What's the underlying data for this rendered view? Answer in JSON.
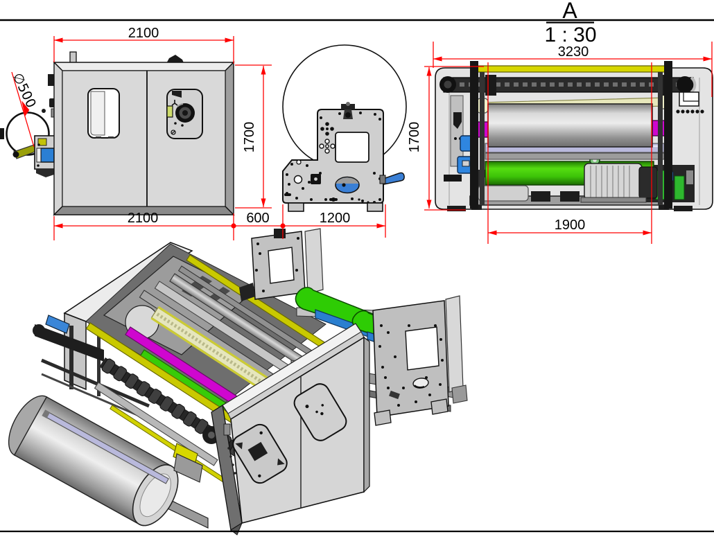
{
  "drawing": {
    "detail_label": "A",
    "detail_scale": "1 : 30",
    "dims": {
      "side_top_width": "2100",
      "side_height": "1700",
      "side_bottom_width": "2100",
      "gap_width": "600",
      "stand_width": "1200",
      "front_total_width": "3230",
      "front_height": "1700",
      "front_web_width": "1900",
      "roll_diameter": "∅500"
    },
    "colors": {
      "dimension": "#ff0000",
      "outline": "#111111",
      "body_gray": "#e4e4e4",
      "accent_yellow": "#d2d200",
      "accent_green": "#33cc04",
      "accent_magenta": "#cf06cf",
      "accent_blue": "#2f86e0",
      "accent_lavender": "#b9b9dc"
    }
  }
}
